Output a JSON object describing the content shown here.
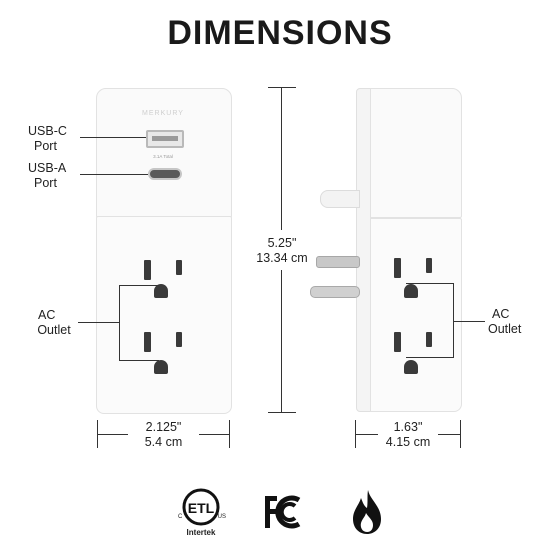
{
  "title": "DIMENSIONS",
  "brand": "MERKURY",
  "usb_rating": "3.1A Total",
  "labels": {
    "usb_c": [
      "USB-C",
      "Port"
    ],
    "usb_a": [
      "USB-A",
      "Port"
    ],
    "ac_left": [
      "AC",
      "Outlet"
    ],
    "ac_right": [
      "AC",
      "Outlet"
    ]
  },
  "dimensions": {
    "height_in": "5.25\"",
    "height_cm": "13.34 cm",
    "width_in": "2.125\"",
    "width_cm": "5.4 cm",
    "depth_in": "1.63\"",
    "depth_cm": "4.15 cm"
  },
  "certifications": {
    "etl_text": "Intertek",
    "etl_small_left": "C",
    "etl_small_right": "US",
    "etl_mark": "ETL",
    "fcc": "FC"
  },
  "icons": [
    "etl-logo-icon",
    "fcc-logo-icon",
    "flame-icon"
  ]
}
